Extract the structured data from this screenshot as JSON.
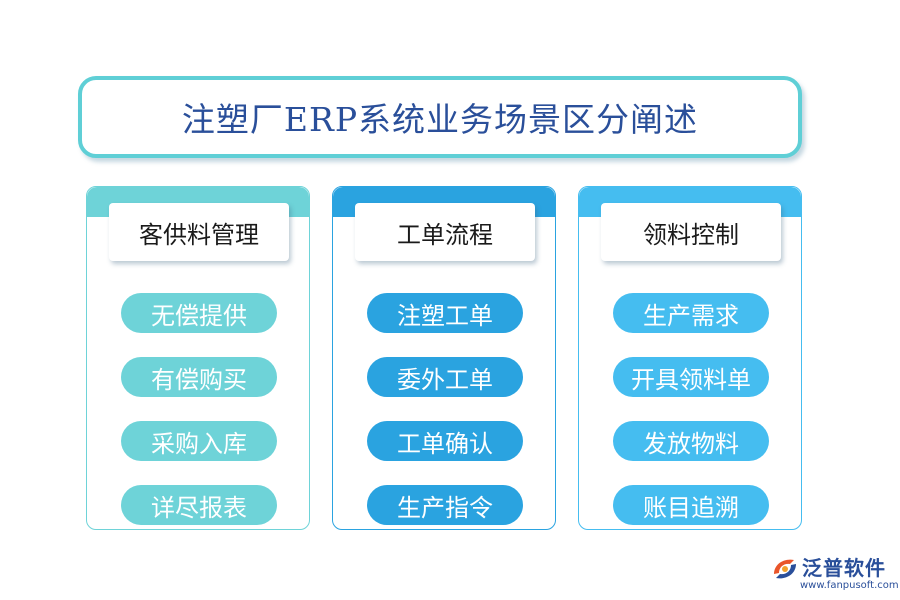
{
  "title": "注塑厂ERP系统业务场景区分阐述",
  "columns": [
    {
      "header": "客供料管理",
      "items": [
        "无偿提供",
        "有偿购买",
        "采购入库",
        "详尽报表"
      ]
    },
    {
      "header": "工单流程",
      "items": [
        "注塑工单",
        "委外工单",
        "工单确认",
        "生产指令"
      ]
    },
    {
      "header": "领料控制",
      "items": [
        "生产需求",
        "开具领料单",
        "发放物料",
        "账目追溯"
      ]
    }
  ],
  "brand": {
    "name": "泛普软件",
    "url": "www.fanpusoft.com",
    "icon": "fanpu-logo-icon"
  },
  "colors": {
    "title_text": "#2a4f9a",
    "title_border": "#5fcfd6",
    "column_1": "#6ed3d8",
    "column_2": "#2aa3e0",
    "column_3": "#45bdf0"
  }
}
